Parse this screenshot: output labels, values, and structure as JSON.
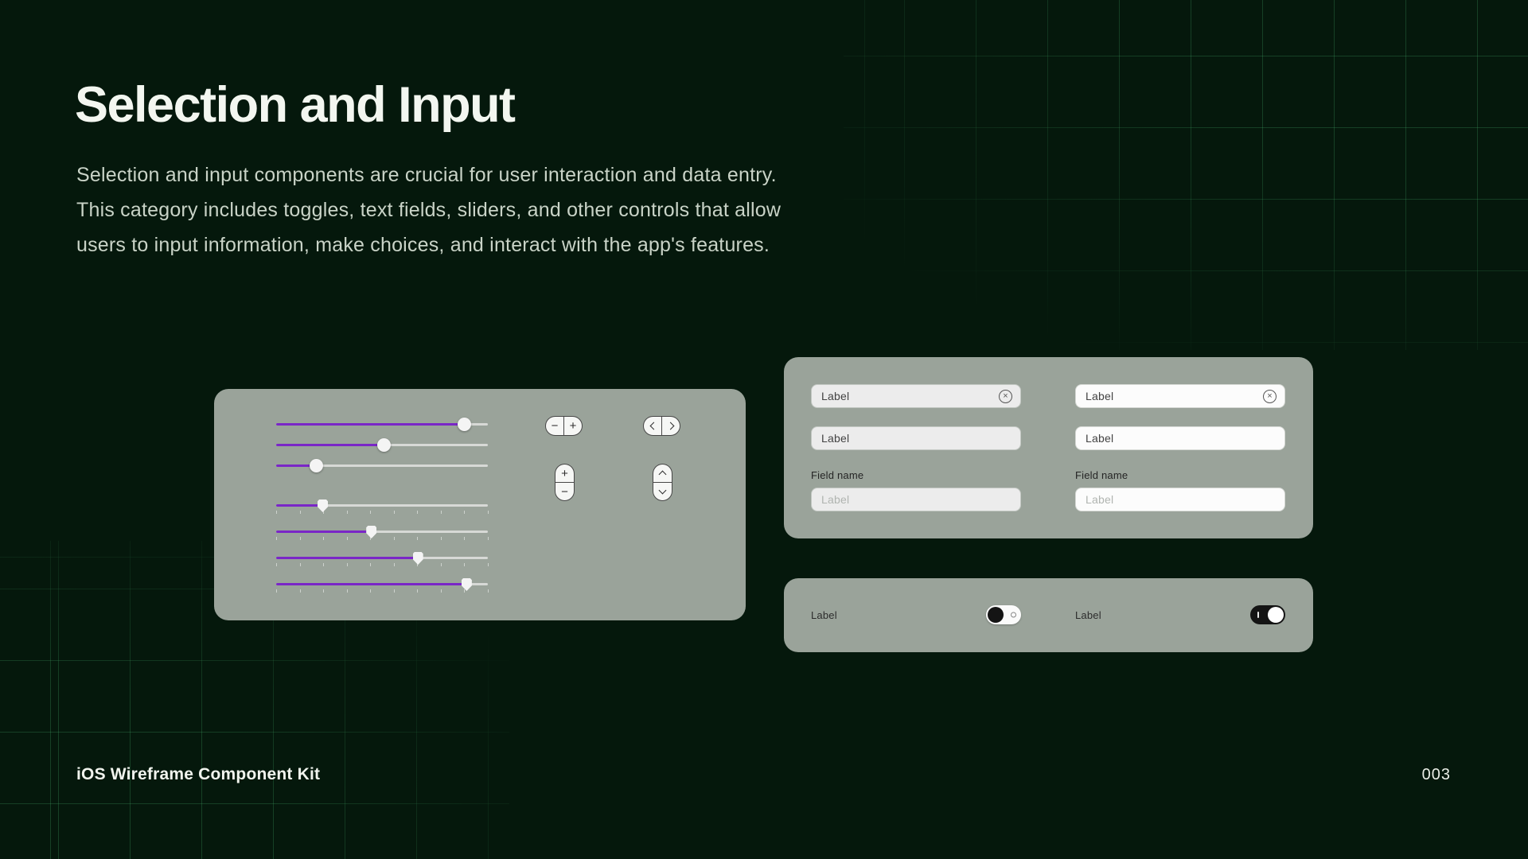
{
  "header": {
    "title": "Selection and Input",
    "description_lines": [
      "Selection and input components are crucial for user interaction and data entry.",
      "This category includes toggles, text fields, sliders, and other controls that allow",
      "users to input information, make choices, and interact with the app's features."
    ]
  },
  "footer": {
    "kit_name": "iOS Wireframe Component Kit",
    "page_number": "003"
  },
  "colors": {
    "background": "#05180c",
    "grid_line": "#40aa66",
    "panel": "#9aa39a",
    "accent_purple": "#7a26c7",
    "track_gray": "#d7d9d6",
    "thumb_white": "#f4f4f4"
  },
  "sliders_panel": {
    "sliders": [
      {
        "type": "round",
        "value": 89
      },
      {
        "type": "round",
        "value": 51
      },
      {
        "type": "round",
        "value": 19
      },
      {
        "type": "ticked",
        "value": 22,
        "ticks": 10
      },
      {
        "type": "ticked",
        "value": 45,
        "ticks": 10
      },
      {
        "type": "ticked",
        "value": 67,
        "ticks": 10
      },
      {
        "type": "ticked",
        "value": 90,
        "ticks": 10
      }
    ],
    "symbols": {
      "minus": "−",
      "plus": "+"
    },
    "steppers": [
      {
        "orientation": "horizontal",
        "buttons": [
          "minus",
          "plus"
        ]
      },
      {
        "orientation": "horizontal",
        "buttons": [
          "chevron-left",
          "chevron-right"
        ]
      },
      {
        "orientation": "vertical",
        "buttons": [
          "plus",
          "minus"
        ]
      },
      {
        "orientation": "vertical",
        "buttons": [
          "chevron-up",
          "chevron-down"
        ]
      }
    ]
  },
  "fields_panel": {
    "field_name_label": "Field name",
    "clear_icon": "×",
    "rows": [
      {
        "left": {
          "value": "Label",
          "clear_button": true
        },
        "right": {
          "value": "Label",
          "clear_button": true
        }
      },
      {
        "left": {
          "value": "Label"
        },
        "right": {
          "value": "Label"
        }
      },
      {
        "left": {
          "placeholder": "Label"
        },
        "right": {
          "placeholder": "Label"
        }
      }
    ]
  },
  "toggles_panel": {
    "items": [
      {
        "label": "Label",
        "state": "off"
      },
      {
        "label": "Label",
        "state": "on"
      }
    ]
  }
}
